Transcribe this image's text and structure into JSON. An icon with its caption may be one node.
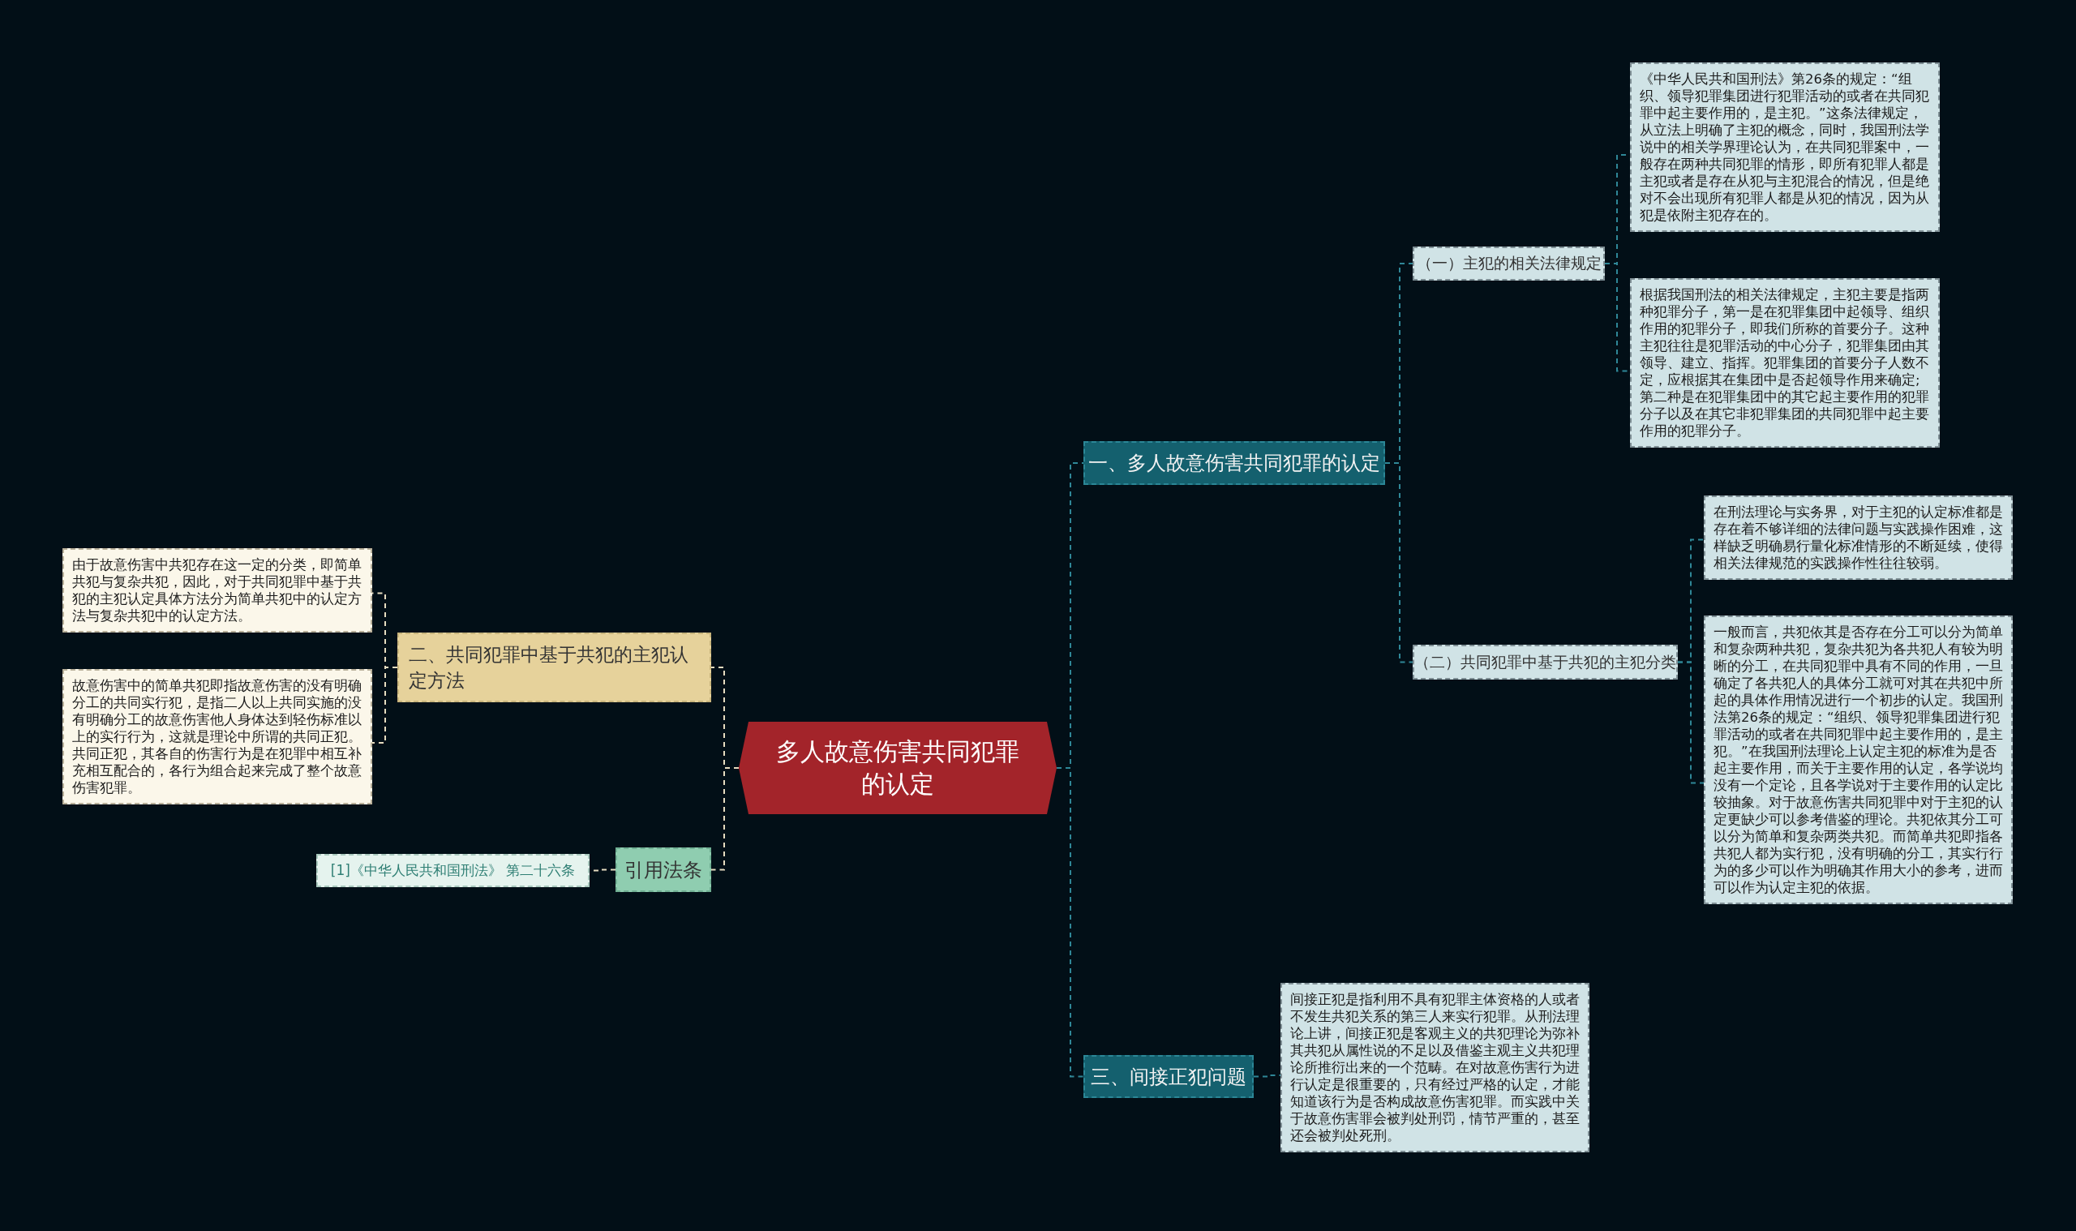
{
  "diagram": {
    "nodes": [
      {
        "text": [
          "多人故意伤害共同犯罪的认定"
        ]
      },
      {
        "text": [
          "一、多人故意伤害共同犯罪的认定"
        ]
      },
      {
        "text": [
          "（一）主犯的相关法律规定"
        ]
      },
      {
        "text": [
          "《中华人民共和国刑法》第26条的规定：“组织、领导犯罪集团进行犯罪活动的或者在共同犯罪中起主要作用的，是主犯。”这条法律规定，从立法上明确了主犯的概念，同时，我国刑法学说中的相关学界理论认为，在共同犯罪案中，一般存在两种共同犯罪的情形，即所有犯罪人都是主犯或者是存在从犯与主犯混合的情况，但是绝对不会出现所有犯罪人都是从犯的情况，因为从犯是依附主犯存在的。"
        ]
      },
      {
        "text": [
          "根据我国刑法的相关法律规定，主犯主要是指两种犯罪分子，第一是在犯罪集团中起领导、组织作用的犯罪分子，即我们所称的首要分子。这种主犯往往是犯罪活动的中心分子，犯罪集团由其领导、建立、指挥。犯罪集团的首要分子人数不定，应根据其在集团中是否起领导作用来确定;第二种是在犯罪集团中的其它起主要作用的犯罪分子以及在其它非犯罪集团的共同犯罪中起主要作用的犯罪分子。"
        ]
      },
      {
        "text": [
          "（二）共同犯罪中基于共犯的主犯分类"
        ]
      },
      {
        "text": [
          "在刑法理论与实务界，对于主犯的认定标准都是存在着不够详细的法律问题与实践操作困难，这样缺乏明确易行量化标准情形的不断延续，使得相关法律规范的实践操作性往往较弱。"
        ]
      },
      {
        "text": [
          "一般而言，共犯依其是否存在分工可以分为简单和复杂两种共犯，复杂共犯为各共犯人有较为明晰的分工，在共同犯罪中具有不同的作用，一旦确定了各共犯人的具体分工就可对其在共犯中所起的具体作用情况进行一个初步的认定。我国刑法第26条的规定：“组织、领导犯罪集团进行犯罪活动的或者在共同犯罪中起主要作用的，是主犯。”在我国刑法理论上认定主犯的标准为是否起主要作用，而关于主要作用的认定，各学说均没有一个定论，且各学说对于主要作用的认定比较抽象。对于故意伤害共同犯罪中对于主犯的认定更缺少可以参考借鉴的理论。共犯依其分工可以分为简单和复杂两类共犯。而简单共犯即指各共犯人都为实行犯，没有明确的分工，其实行行为的多少可以作为明确其作用大小的参考，进而可以作为认定主犯的依据。"
        ]
      },
      {
        "text": [
          "三、间接正犯问题"
        ]
      },
      {
        "text": [
          "间接正犯是指利用不具有犯罪主体资格的人或者不发生共犯关系的第三人来实行犯罪。从刑法理论上讲，间接正犯是客观主义的共犯理论为弥补其共犯从属性说的不足以及借鉴主观主义共犯理论所推衍出来的一个范畴。在对故意伤害行为进行认定是很重要的，只有经过严格的认定，才能知道该行为是否构成故意伤害犯罪。而实践中关于故意伤害罪会被判处刑罚，情节严重的，甚至还会被判处死刑。"
        ]
      },
      {
        "text": [
          "二、共同犯罪中基于共犯的主犯认定方法"
        ]
      },
      {
        "text": [
          "由于故意伤害中共犯存在这一定的分类，即简单共犯与复杂共犯，因此，对于共同犯罪中基于共犯的主犯认定具体方法分为简单共犯中的认定方法与复杂共犯中的认定方法。"
        ]
      },
      {
        "text": [
          "故意伤害中的简单共犯即指故意伤害的没有明确分工的共同实行犯，是指二人以上共同实施的没有明确分工的故意伤害他人身体达到轻伤标准以上的实行行为，这就是理论中所谓的共同正犯。共同正犯，其各自的伤害行为是在犯罪中相互补充相互配合的，各行为组合起来完成了整个故意伤害犯罪。"
        ]
      },
      {
        "text": [
          "引用法条"
        ]
      },
      {
        "text": [
          "[1]《中华人民共和国刑法》 第二十六条"
        ]
      }
    ],
    "edges": [
      {
        "from": 0,
        "to": 1,
        "arrow": "none"
      },
      {
        "from": 1,
        "to": 2,
        "arrow": "none"
      },
      {
        "from": 2,
        "to": 3,
        "arrow": "none"
      },
      {
        "from": 2,
        "to": 4,
        "arrow": "none"
      },
      {
        "from": 1,
        "to": 5,
        "arrow": "none"
      },
      {
        "from": 5,
        "to": 6,
        "arrow": "none"
      },
      {
        "from": 5,
        "to": 7,
        "arrow": "none"
      },
      {
        "from": 0,
        "to": 8,
        "arrow": "none"
      },
      {
        "from": 8,
        "to": 9,
        "arrow": "none"
      },
      {
        "from": 0,
        "to": 10,
        "arrow": "none",
        "color": "#e6dcc0"
      },
      {
        "from": 10,
        "to": 11,
        "arrow": "none",
        "color": "#e6dcc0"
      },
      {
        "from": 10,
        "to": 12,
        "arrow": "none",
        "color": "#e6dcc0"
      },
      {
        "from": 0,
        "to": 13,
        "arrow": "none",
        "color": "#e6dcc0"
      },
      {
        "from": 13,
        "to": 14,
        "arrow": "none",
        "color": "#e6dcc0"
      }
    ]
  }
}
